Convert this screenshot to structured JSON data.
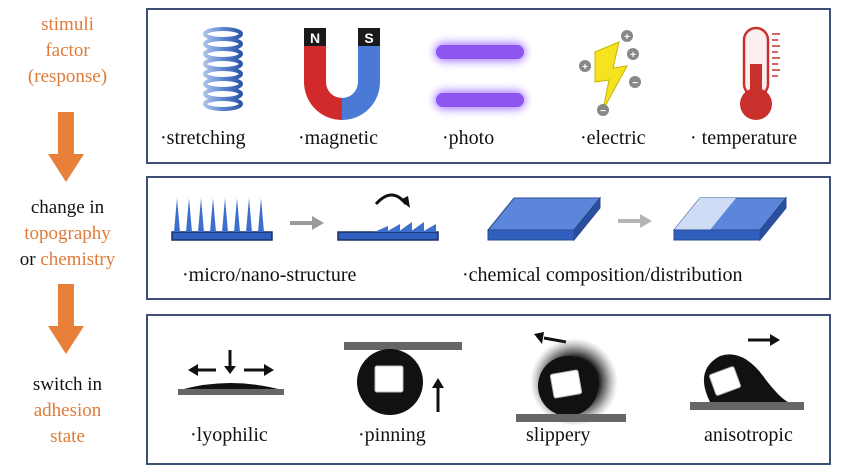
{
  "left": {
    "stimuli": [
      "stimuli",
      "factor",
      "(response)"
    ],
    "change": [
      "change in",
      "topography",
      "or",
      "chemistry"
    ],
    "switch": [
      "switch in",
      "adhesion",
      "state"
    ]
  },
  "panel1": {
    "labels": [
      "·stretching",
      "·magnetic",
      "·photo",
      "·electric",
      "· temperature"
    ],
    "magnet_n": "N",
    "magnet_s": "S"
  },
  "panel2": {
    "labels": [
      "·micro/nano-structure",
      "·chemical composition/distribution"
    ]
  },
  "panel3": {
    "labels": [
      "·lyophilic",
      "·pinning",
      "slippery",
      "anisotropic"
    ]
  },
  "colors": {
    "orange": "#e07b39",
    "panel_border": "#3f4f78",
    "blue": "#3d6fd0",
    "purple": "#8e5cf0",
    "red": "#c9302c"
  }
}
